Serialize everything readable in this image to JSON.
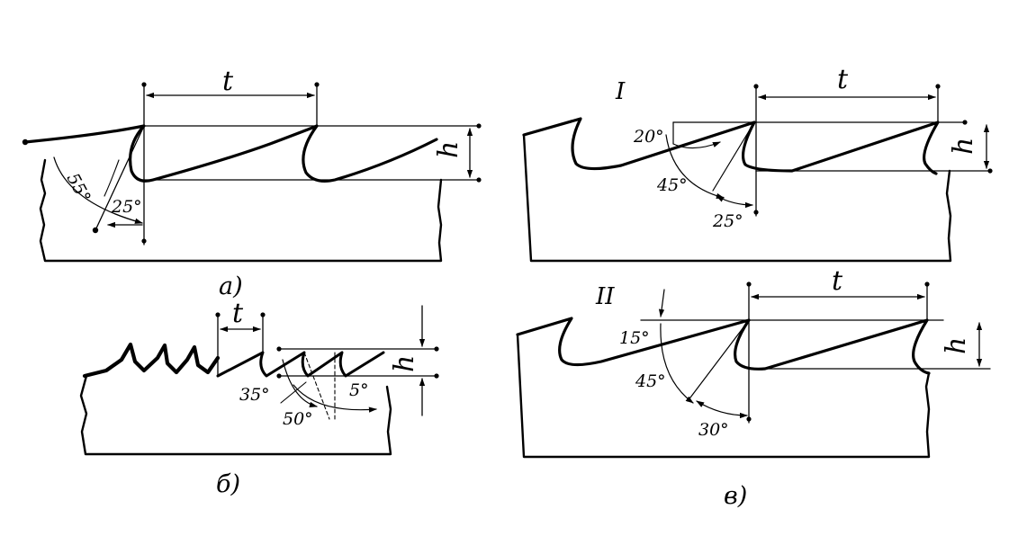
{
  "figure": {
    "panel_a": {
      "caption": "а)",
      "pitch_label": "t",
      "height_label": "h",
      "angle_rake": "55°",
      "angle_clearance": "25°"
    },
    "panel_b": {
      "caption": "б)",
      "pitch_label": "t",
      "height_label": "h",
      "angle_1": "35°",
      "angle_2": "50°",
      "angle_3": "5°"
    },
    "panel_v": {
      "caption": "в)",
      "variant_I": {
        "label": "I",
        "pitch_label": "t",
        "height_label": "h",
        "angle_top": "20°",
        "angle_wedge": "45°",
        "angle_clearance": "25°"
      },
      "variant_II": {
        "label": "II",
        "pitch_label": "t",
        "height_label": "h",
        "angle_top": "15°",
        "angle_wedge": "45°",
        "angle_clearance": "30°"
      }
    }
  },
  "colors": {
    "ink": "#000000",
    "paper": "#ffffff"
  }
}
